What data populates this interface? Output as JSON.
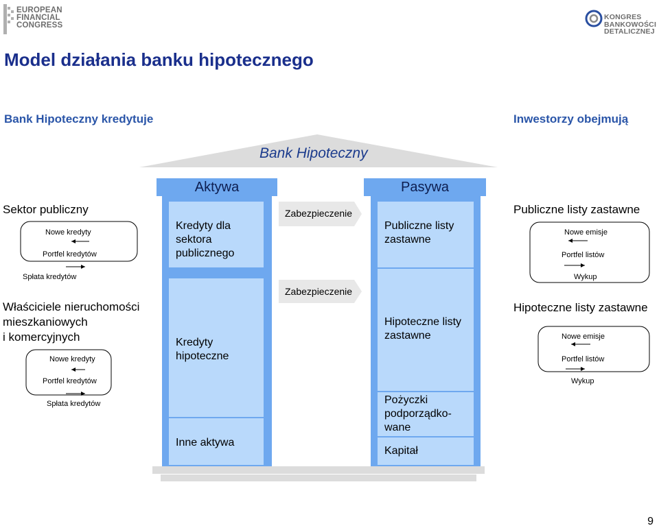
{
  "logos": {
    "left": [
      "EUROPEAN",
      "FINANCIAL",
      "CONGRESS"
    ],
    "right": [
      "KONGRES",
      "BANKOWOŚCI",
      "DETALICZNEJ"
    ]
  },
  "title": "Model działania banku hipotecznego",
  "left_heading": "Bank Hipoteczny kredytuje",
  "right_heading": "Inwestorzy obejmują",
  "bank_title": "Bank Hipoteczny",
  "assets": {
    "header": "Aktywa",
    "cells": [
      "Kredyty dla sektora publicznego",
      "Kredyty hipoteczne",
      "Inne aktywa"
    ]
  },
  "collateral": [
    "Zabezpieczenie",
    "Zabezpieczenie"
  ],
  "liabilities": {
    "header": "Pasywa",
    "cells": [
      "Publiczne listy zastawne",
      "Hipoteczne listy zastawne",
      "Pożyczki podporządko-wane",
      "Kapitał"
    ],
    "subordinated_lines": [
      "Pożyczki",
      "podporządko-",
      "wane"
    ]
  },
  "left_sectors": [
    {
      "label_lines": [
        "Sektor publiczny"
      ],
      "loop": {
        "new": "Nowe kredyty",
        "portfolio": "Portfel kredytów",
        "repay": "Spłata kredytów"
      }
    },
    {
      "label_lines": [
        "Właściciele nieruchomości",
        "mieszkaniowych",
        "i komercyjnych"
      ],
      "loop": {
        "new": "Nowe kredyty",
        "portfolio": "Portfel kredytów",
        "repay": "Spłata kredytów"
      }
    }
  ],
  "right_sectors": [
    {
      "label": "Publiczne listy zastawne",
      "loop": {
        "new": "Nowe emisje",
        "portfolio": "Portfel listów",
        "buyback": "Wykup"
      }
    },
    {
      "label": "Hipoteczne listy zastawne",
      "loop": {
        "new": "Nowe emisje",
        "portfolio": "Portfel listów",
        "buyback": "Wykup"
      }
    }
  ],
  "page_number": "9",
  "colors": {
    "column": "#6ea8ef",
    "cell": "#b9d9fb",
    "roof": "#dcdcdc",
    "title": "#1a2f8c",
    "heading": "#2a55a8"
  }
}
